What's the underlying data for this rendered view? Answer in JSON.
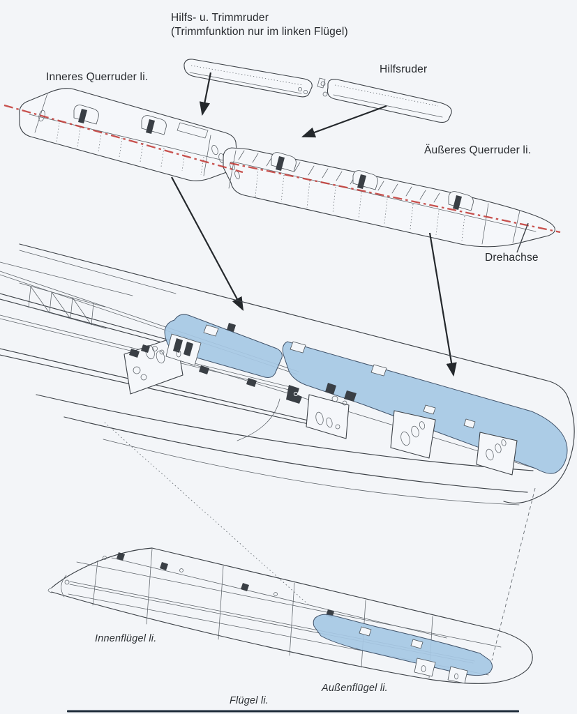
{
  "page_type": "scanned technical manual illustration, aileron assembly of left wing",
  "labels": {
    "trim_ruder_line1": "Hilfs- u. Trimmruder",
    "trim_ruder_line2": "(Trimmfunktion nur im linken Flügel)",
    "hilfsruder": "Hilfsruder",
    "inneres_querruder": "Inneres Querruder li.",
    "aeusseres_querruder": "Äußeres Querruder li.",
    "drehachse": "Drehachse",
    "innenfluegel": "Innenflügel li.",
    "aussenfluegel": "Außenflügel li.",
    "fluegel": "Flügel li."
  },
  "colors": {
    "paper": "#f3f5f8",
    "ink": "#3c4147",
    "axis_red": "#c23a36",
    "aileron_blue": "#a6c8e4",
    "scan_line": "#1d2b39"
  }
}
